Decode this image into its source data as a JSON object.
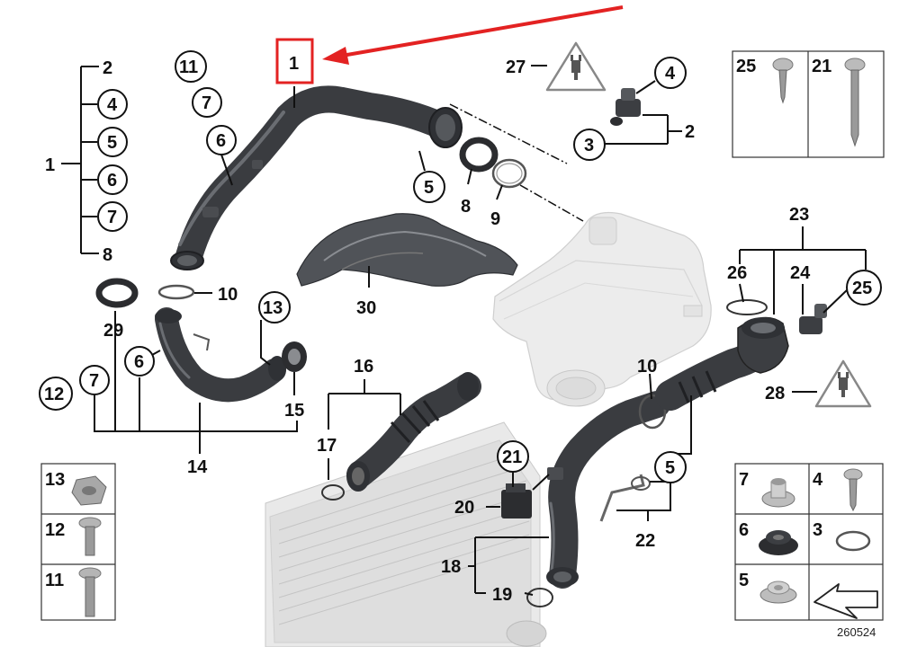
{
  "callouts": {
    "c1": "1",
    "c2a": "2",
    "c4a": "4",
    "c5a": "5",
    "c6a": "6",
    "c7a": "7",
    "c8a": "8",
    "c11": "11",
    "c7b": "7",
    "c6b": "6",
    "c1main": "1",
    "c5b": "5",
    "c8b": "8",
    "c9": "9",
    "c27": "27",
    "c4b": "4",
    "c3": "3",
    "c2b": "2",
    "c29": "29",
    "c10a": "10",
    "c13": "13",
    "c6c": "6",
    "c12": "12",
    "c7c": "7",
    "c15": "15",
    "c14": "14",
    "c30": "30",
    "c16": "16",
    "c17": "17",
    "c23": "23",
    "c26": "26",
    "c24": "24",
    "c25": "25",
    "c28": "28",
    "c10b": "10",
    "c5c": "5",
    "c22": "22",
    "c21": "21",
    "c20": "20",
    "c18": "18",
    "c19": "19"
  },
  "tables": {
    "top_right": [
      "25",
      "21"
    ],
    "left": [
      "13",
      "12",
      "11"
    ],
    "bottom_right": [
      "7",
      "4",
      "6",
      "3",
      "5"
    ]
  },
  "diagram_number": "260524",
  "colors": {
    "highlight_box": "#e32222",
    "arrow": "#e32222",
    "hose": "#3a3c40",
    "housing": "#e8e8e8"
  }
}
